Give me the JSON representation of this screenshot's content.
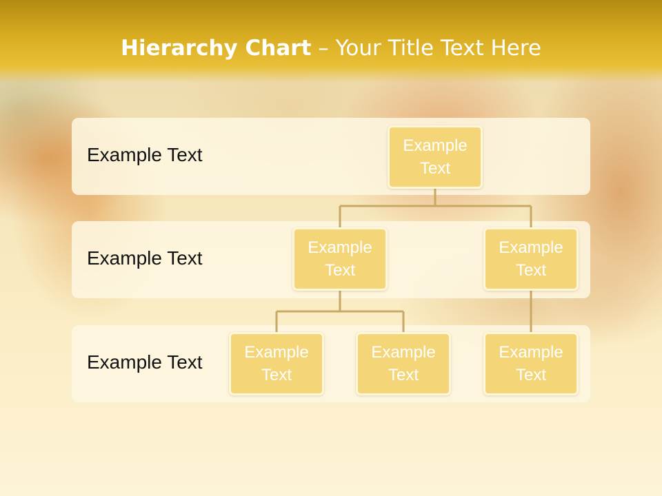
{
  "title": {
    "bold": "Hierarchy Chart",
    "rest": " – Your Title Text Here"
  },
  "levels": [
    {
      "label": "Example Text"
    },
    {
      "label": "Example Text"
    },
    {
      "label": "Example Text"
    }
  ],
  "nodes": {
    "root": "Example Text",
    "mid_left": "Example Text",
    "mid_right": "Example Text",
    "bottom_left": "Example Text",
    "bottom_center": "Example Text",
    "bottom_right": "Example Text"
  },
  "colors": {
    "header": "#d9ad22",
    "node_fill": "#f4d577",
    "node_border": "#fff6dc",
    "connector": "#c8a865",
    "band": "#fdf6e0"
  }
}
